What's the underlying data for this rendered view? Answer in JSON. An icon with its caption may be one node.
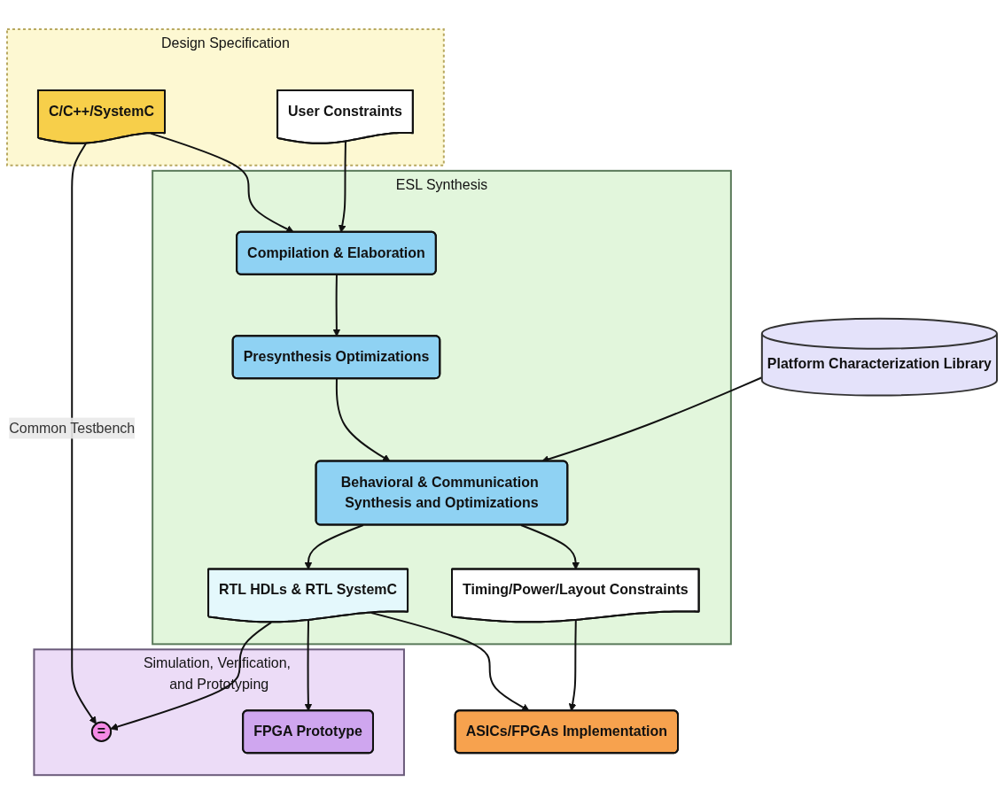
{
  "diagram": {
    "nodes": [
      {
        "text": [
          "Simulation, Verification, and Prototyping"
        ]
      },
      {
        "text": [
          "="
        ],
        "in": 0
      },
      {
        "text": [
          "FPGA Prototype"
        ],
        "in": 0
      },
      {
        "text": [
          "Design Specification"
        ]
      },
      {
        "text": [
          "C/C++/SystemC"
        ],
        "in": 3
      },
      {
        "text": [
          "User Constraints"
        ],
        "in": 3
      },
      {
        "text": [
          "ESL Synthesis"
        ]
      },
      {
        "text": [
          "Compilation & Elaboration"
        ],
        "in": 6
      },
      {
        "text": [
          "Presynthesis Optimizations"
        ],
        "in": 6
      },
      {
        "text": [
          "Behavioral & Communication Synthesis and Optimizations"
        ],
        "in": 6
      },
      {
        "text": [
          "RTL HDLs & RTL SystemC"
        ],
        "in": 6
      },
      {
        "text": [
          "Timing/Power/Layout Constraints"
        ],
        "in": 6
      },
      {
        "text": [
          "Platform Characterization Library"
        ]
      },
      {
        "text": [
          "ASICs/FPGAs Implementation"
        ]
      }
    ],
    "edges": [
      {
        "from": 4,
        "to": 7,
        "arrow": "to"
      },
      {
        "from": 5,
        "to": 7,
        "arrow": "to"
      },
      {
        "from": 7,
        "to": 8,
        "arrow": "to"
      },
      {
        "from": 8,
        "to": 9,
        "arrow": "to"
      },
      {
        "from": 12,
        "to": 9,
        "arrow": "to"
      },
      {
        "from": 9,
        "to": 10,
        "arrow": "to"
      },
      {
        "from": 9,
        "to": 11,
        "arrow": "to"
      },
      {
        "from": 4,
        "to": 1,
        "arrow": "to",
        "label": "Common Testbench"
      },
      {
        "from": 10,
        "to": 1,
        "arrow": "to"
      },
      {
        "from": 10,
        "to": 2,
        "arrow": "to"
      },
      {
        "from": 10,
        "to": 13,
        "arrow": "to"
      },
      {
        "from": 11,
        "to": 13,
        "arrow": "to"
      }
    ]
  }
}
